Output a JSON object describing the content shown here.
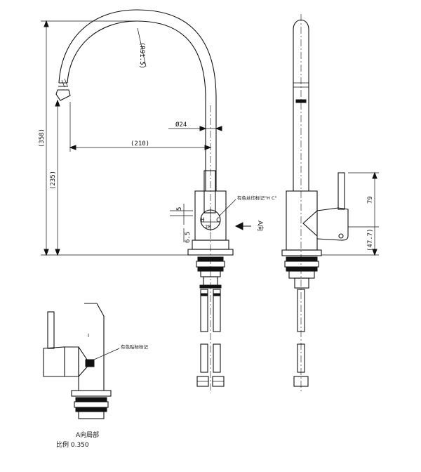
{
  "dimensions": {
    "overall_height": "(358)",
    "lower_height": "(235)",
    "spout_reach": "(210)",
    "spout_radius": "(R91.5)",
    "body_diameter": "Ø24",
    "body_width": "28",
    "dim_5": "5",
    "dim_6_5": "6.5",
    "side_79": "79",
    "side_47_7": "(47.7)"
  },
  "annotations": {
    "hc_marking": "有色丝印标记\"H C\"",
    "view_arrow": "A向",
    "color_mark": "有色贴标标记",
    "h_mark": "H",
    "c_mark": "C"
  },
  "caption": {
    "view_title": "A向局部",
    "scale": "比例 0.350"
  }
}
